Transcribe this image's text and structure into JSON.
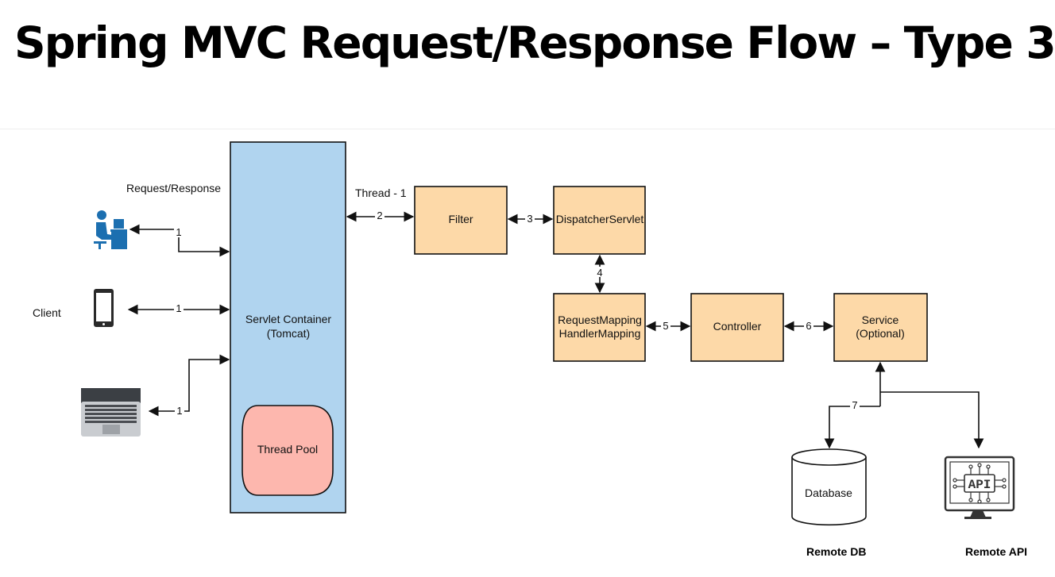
{
  "title": "Spring MVC Request/Response Flow – Type 3",
  "labels": {
    "request_response": "Request/Response",
    "client": "Client",
    "thread": "Thread - 1",
    "remote_db": "Remote DB",
    "remote_api": "Remote API"
  },
  "container": {
    "line1": "Servlet Container",
    "line2": "(Tomcat)"
  },
  "thread_pool": "Thread Pool",
  "boxes": {
    "filter": "Filter",
    "dispatcher": "DispatcherServlet",
    "handler_line1": "RequestMapping",
    "handler_line2": "HandlerMapping",
    "controller": "Controller",
    "service_line1": "Service",
    "service_line2": "(Optional)"
  },
  "database": "Database",
  "api_icon_text": "API",
  "steps": {
    "s1a": "1",
    "s1b": "1",
    "s1c": "1",
    "s2": "2",
    "s3": "3",
    "s4": "4",
    "s5": "5",
    "s6": "6",
    "s7": "7"
  },
  "colors": {
    "container": "#b0d4ef",
    "box": "#fdd9a8",
    "thread_pool": "#fdb7ae",
    "icon_blue": "#1c6fb0"
  }
}
